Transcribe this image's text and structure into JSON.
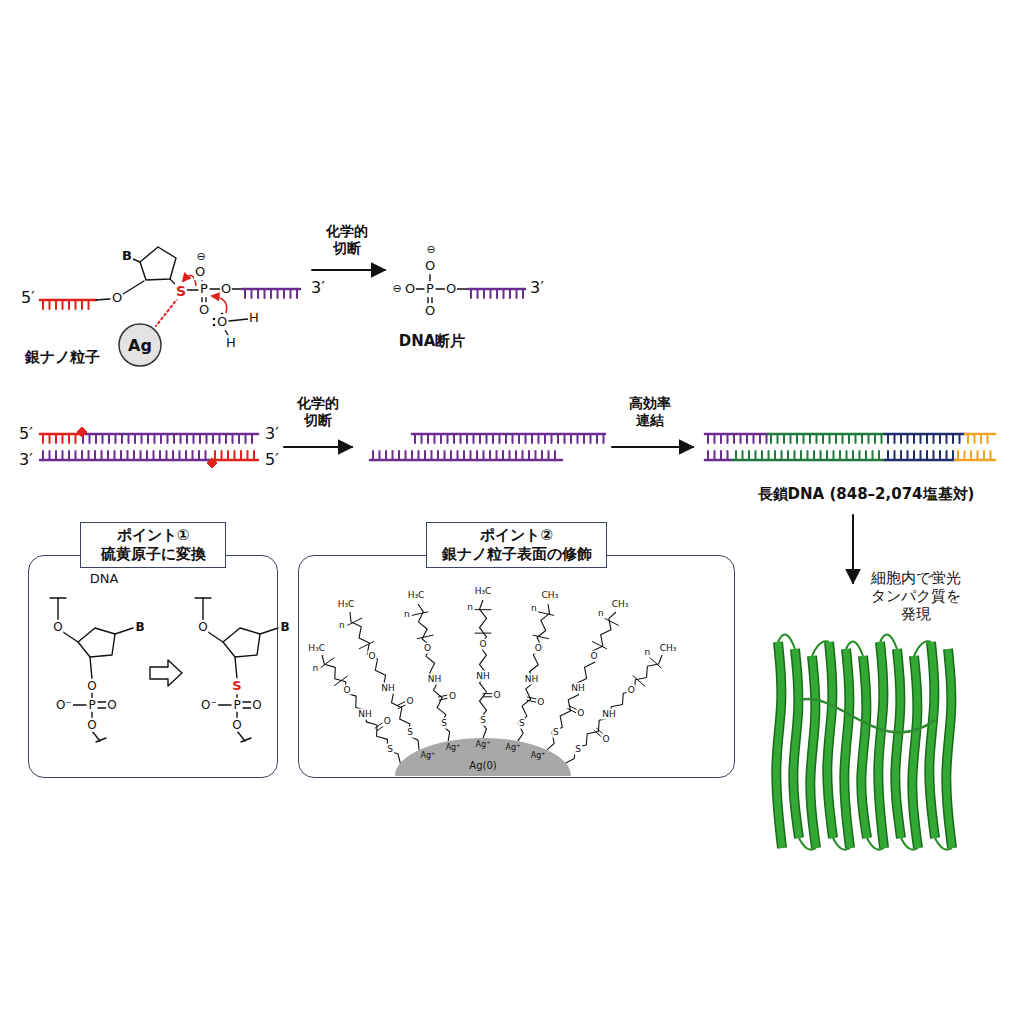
{
  "diagram": {
    "nodes": [
      {
        "text": [
          "ポイント① 硫黄原子に変換"
        ]
      },
      {
        "text": [
          "ポイント② 銀ナノ粒子表面の修飾"
        ]
      },
      {
        "text": [
          "Ag"
        ]
      }
    ],
    "labels": [
      "5′",
      "B",
      "O",
      "S",
      "P",
      "⊖",
      "O",
      "O",
      "O",
      "3′",
      "O",
      "H",
      "H",
      "銀ナノ粒子",
      "化学的 切断",
      "⊖",
      "O",
      "⊖",
      "O",
      "P",
      "O",
      "O",
      "3′",
      "DNA断片",
      "5′",
      "3′",
      "3′",
      "5′",
      "化学的 切断",
      "高効率 連結",
      "長鎖DNA (848–2,074塩基対)",
      "細胞内で蛍光 タンパク質を 発現",
      "DNA",
      "O",
      "B",
      "O",
      "O⁻",
      "P",
      "O",
      "O",
      "O",
      "B",
      "S",
      "O⁻",
      "P",
      "O",
      "O",
      "Ag(0)",
      "Ag⁺",
      "Ag⁺",
      "Ag⁺",
      "Ag⁺",
      "Ag⁺",
      "S",
      "O",
      "NH",
      "O",
      "n",
      "H₃C",
      "S",
      "O",
      "NH",
      "O",
      "n",
      "H₃C",
      "S",
      "O",
      "NH",
      "O",
      "n",
      "H₃C",
      "S",
      "O",
      "NH",
      "O",
      "n",
      "H₃C",
      "S",
      "O",
      "NH",
      "O",
      "n",
      "CH₃",
      "S",
      "O",
      "NH",
      "O",
      "n",
      "CH₃",
      "S",
      "O",
      "NH",
      "O",
      "n",
      "CH₃"
    ]
  }
}
